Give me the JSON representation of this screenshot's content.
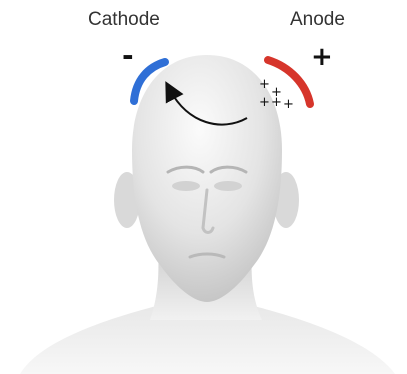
{
  "labels": {
    "cathode": "Cathode",
    "anode": "Anode",
    "cathode_sign": "-",
    "anode_sign": "+",
    "charge_symbol": "+"
  },
  "colors": {
    "cathode": "#2f6fd6",
    "anode": "#d6352b",
    "arrow": "#111111",
    "skin_light": "#f2f2f2",
    "skin_shadow": "#bdbdbd"
  },
  "charge_count": 5
}
